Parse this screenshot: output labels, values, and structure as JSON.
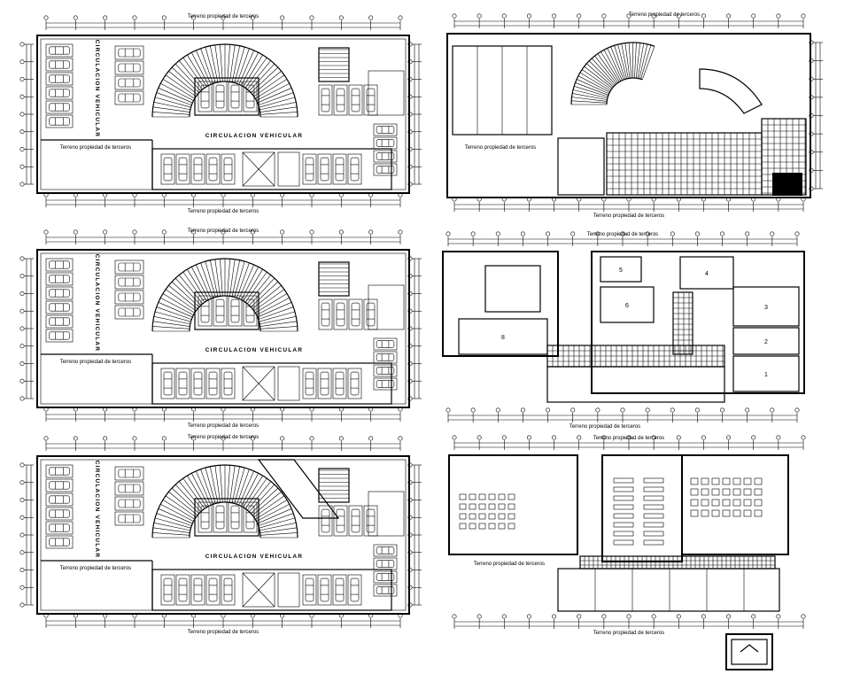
{
  "sheet": {
    "plans": [
      {
        "id": "parking-level-1",
        "top_label": "Terreno propiedad de terceros",
        "bottom_label": "Terreno propiedad de terceros",
        "inner_label": "Terreno propiedad de terceros",
        "circulation_label": "CIRCULACION VEHICULAR",
        "side_label": "CIRCULACION VEHICULAR"
      },
      {
        "id": "ground-floor",
        "top_label": "Terreno propiedad de terceros",
        "bottom_label": "Terreno propiedad de terceros",
        "inner_label": "Terreno propiedad de terceros"
      },
      {
        "id": "parking-level-2",
        "top_label": "Terreno propiedad de terceros",
        "bottom_label": "Terreno propiedad de terceros",
        "inner_label": "Terreno propiedad de terceros",
        "circulation_label": "CIRCULACION VEHICULAR",
        "side_label": "CIRCULACION VEHICULAR"
      },
      {
        "id": "upper-floor-1",
        "top_label": "Terreno propiedad de terceros",
        "bottom_label": "Terreno propiedad de terceros",
        "room_numbers": [
          "5",
          "4",
          "6",
          "3",
          "2",
          "1",
          "8"
        ]
      },
      {
        "id": "parking-level-3",
        "top_label": "Terreno propiedad de terceros",
        "bottom_label": "Terreno propiedad de terceros",
        "inner_label": "Terreno propiedad de terceros",
        "circulation_label": "CIRCULACION VEHICULAR",
        "side_label": "CIRCULACION VEHICULAR"
      },
      {
        "id": "upper-floor-2",
        "top_label": "Terreno propiedad de terceros",
        "bottom_label": "Terreno propiedad de terceros",
        "inner_label": "Terreno propiedad de terceros"
      }
    ]
  }
}
